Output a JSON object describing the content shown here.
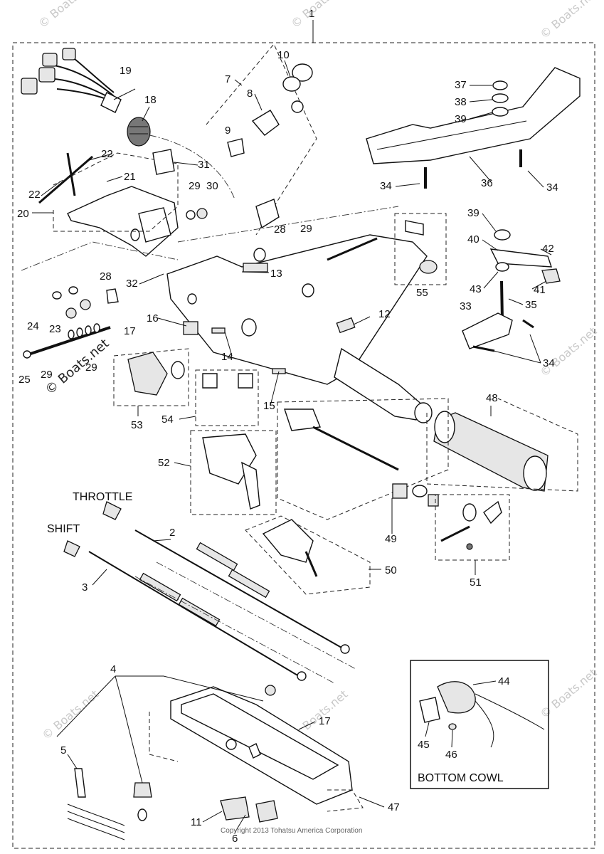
{
  "diagram": {
    "assembly_number": "1",
    "callouts": [
      {
        "id": "c2",
        "text": "2"
      },
      {
        "id": "c3",
        "text": "3"
      },
      {
        "id": "c4",
        "text": "4"
      },
      {
        "id": "c5",
        "text": "5"
      },
      {
        "id": "c6",
        "text": "6"
      },
      {
        "id": "c7",
        "text": "7"
      },
      {
        "id": "c8",
        "text": "8"
      },
      {
        "id": "c9",
        "text": "9"
      },
      {
        "id": "c10",
        "text": "10"
      },
      {
        "id": "c11",
        "text": "11"
      },
      {
        "id": "c12",
        "text": "12"
      },
      {
        "id": "c13",
        "text": "13"
      },
      {
        "id": "c14",
        "text": "14"
      },
      {
        "id": "c15",
        "text": "15"
      },
      {
        "id": "c16",
        "text": "16"
      },
      {
        "id": "c17a",
        "text": "17"
      },
      {
        "id": "c17b",
        "text": "17"
      },
      {
        "id": "c18",
        "text": "18"
      },
      {
        "id": "c19",
        "text": "19"
      },
      {
        "id": "c20",
        "text": "20"
      },
      {
        "id": "c21",
        "text": "21"
      },
      {
        "id": "c22a",
        "text": "22"
      },
      {
        "id": "c22b",
        "text": "22"
      },
      {
        "id": "c23",
        "text": "23"
      },
      {
        "id": "c24",
        "text": "24"
      },
      {
        "id": "c25",
        "text": "25"
      },
      {
        "id": "c28a",
        "text": "28"
      },
      {
        "id": "c28b",
        "text": "28"
      },
      {
        "id": "c29a",
        "text": "29"
      },
      {
        "id": "c29b",
        "text": "29"
      },
      {
        "id": "c29c",
        "text": "29"
      },
      {
        "id": "c29d",
        "text": "29"
      },
      {
        "id": "c30",
        "text": "30"
      },
      {
        "id": "c31",
        "text": "31"
      },
      {
        "id": "c32",
        "text": "32"
      },
      {
        "id": "c33",
        "text": "33"
      },
      {
        "id": "c34a",
        "text": "34"
      },
      {
        "id": "c34b",
        "text": "34"
      },
      {
        "id": "c34c",
        "text": "34"
      },
      {
        "id": "c35",
        "text": "35"
      },
      {
        "id": "c36",
        "text": "36"
      },
      {
        "id": "c37",
        "text": "37"
      },
      {
        "id": "c38",
        "text": "38"
      },
      {
        "id": "c39a",
        "text": "39"
      },
      {
        "id": "c39b",
        "text": "39"
      },
      {
        "id": "c40",
        "text": "40"
      },
      {
        "id": "c41",
        "text": "41"
      },
      {
        "id": "c42",
        "text": "42"
      },
      {
        "id": "c43",
        "text": "43"
      },
      {
        "id": "c44",
        "text": "44"
      },
      {
        "id": "c45",
        "text": "45"
      },
      {
        "id": "c46",
        "text": "46"
      },
      {
        "id": "c47",
        "text": "47"
      },
      {
        "id": "c48",
        "text": "48"
      },
      {
        "id": "c49",
        "text": "49"
      },
      {
        "id": "c50",
        "text": "50"
      },
      {
        "id": "c51",
        "text": "51"
      },
      {
        "id": "c52",
        "text": "52"
      },
      {
        "id": "c53",
        "text": "53"
      },
      {
        "id": "c54",
        "text": "54"
      },
      {
        "id": "c55",
        "text": "55"
      }
    ],
    "labels": {
      "throttle": "THROTTLE",
      "shift": "SHIFT",
      "bottom_cowl": "BOTTOM COWL"
    },
    "watermark": "© Boats.net",
    "copyright": "Copyright 2013 Tohatsu America Corporation"
  }
}
